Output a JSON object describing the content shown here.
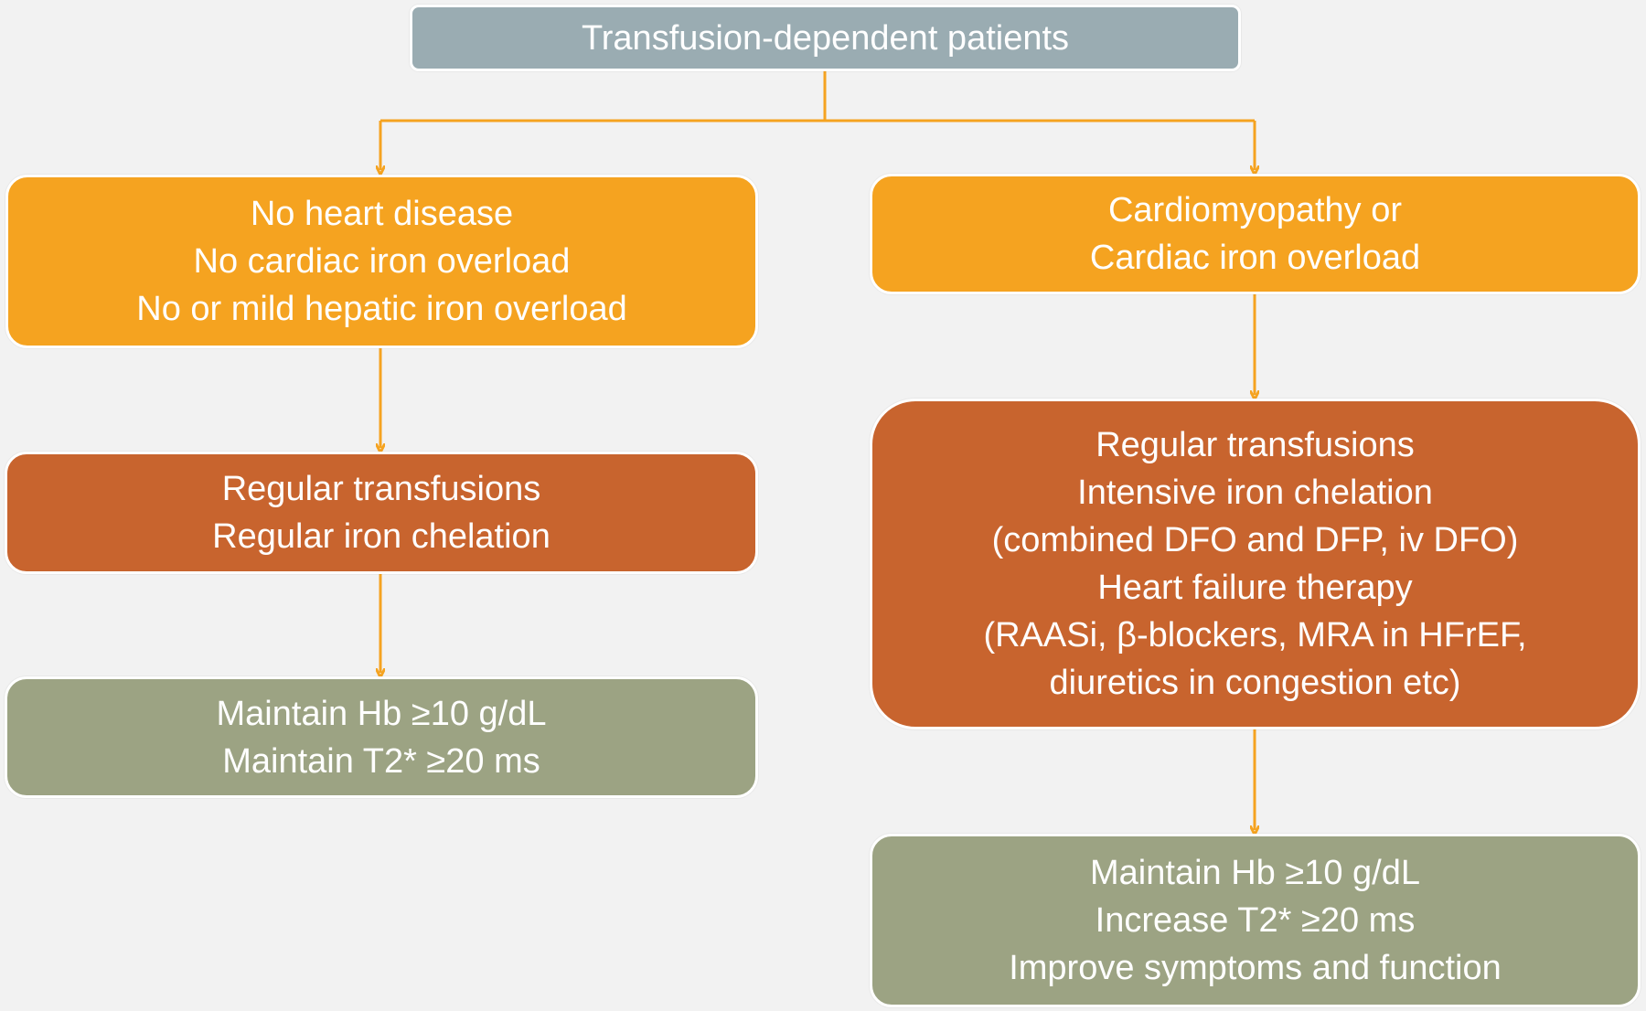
{
  "colors": {
    "background": "#f2f2f2",
    "root": "#9aacb2",
    "condition": "#f5a320",
    "treatment": "#c8642e",
    "goal": "#9ca383",
    "connector": "#f5a320"
  },
  "nodes": {
    "root": {
      "lines": [
        "Transfusion-dependent patients"
      ]
    },
    "left_condition": {
      "lines": [
        "No heart disease",
        "No cardiac iron overload",
        "No or mild hepatic iron overload"
      ]
    },
    "left_treatment": {
      "lines": [
        "Regular transfusions",
        "Regular iron chelation"
      ]
    },
    "left_goal": {
      "lines": [
        "Maintain Hb ≥10 g/dL",
        "Maintain T2* ≥20 ms"
      ]
    },
    "right_condition": {
      "lines": [
        "Cardiomyopathy or",
        "Cardiac iron overload"
      ]
    },
    "right_treatment": {
      "lines": [
        "Regular transfusions",
        "Intensive iron chelation",
        "(combined DFO and DFP,  iv DFO)",
        "Heart failure therapy",
        "(RAASi, β-blockers, MRA in HFrEF,",
        "diuretics in congestion etc)"
      ]
    },
    "right_goal": {
      "lines": [
        "Maintain Hb ≥10 g/dL",
        "Increase T2* ≥20 ms",
        "Improve symptoms and function"
      ]
    }
  }
}
